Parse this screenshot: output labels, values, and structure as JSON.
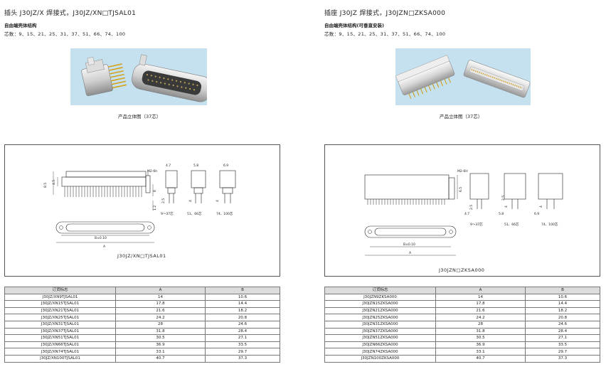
{
  "left": {
    "title": "插头 J30JZ/X 焊接式，J30JZ/XN□TJSAL01",
    "subtitle": "自由端壳体结构",
    "cores": "芯数：9、15、21、25、31、37、51、66、74、100",
    "photo_caption": "产品立体图（37芯）",
    "drawing": {
      "dims": [
        "M2-6h",
        "4.7",
        "5.8",
        "6.9",
        "8.5",
        "4.5",
        "8",
        "1.2",
        "2.5",
        "4",
        "4"
      ],
      "sub_labels": [
        "9～37芯",
        "51、66芯",
        "74、100芯"
      ],
      "bottom_dims": [
        "B±0.10",
        "A"
      ],
      "caption": "J30JZ/XN□TJSAL01"
    },
    "table": {
      "headers": [
        "订货标志",
        "A",
        "B"
      ],
      "rows": [
        [
          "J30JZ/XN9TJSAL01",
          "14",
          "10.6"
        ],
        [
          "J30JZ/XN15TJSAL01",
          "17.8",
          "14.4"
        ],
        [
          "J30JZ/XN21TJSAL01",
          "21.6",
          "18.2"
        ],
        [
          "J30JZ/XN25TJSAL01",
          "24.2",
          "20.8"
        ],
        [
          "J30JZ/XN31TJSAL01",
          "28",
          "24.6"
        ],
        [
          "J30JZ/XN37TJSAL01",
          "31.8",
          "28.4"
        ],
        [
          "J30JZ/XN51TJSAL01",
          "30.5",
          "27.1"
        ],
        [
          "J30JZ/XN66TJSAL01",
          "36.9",
          "33.5"
        ],
        [
          "J30JZ/XN74TJSAL01",
          "33.1",
          "29.7"
        ],
        [
          "J30JZ/XN100TJSAL01",
          "40.7",
          "37.3"
        ]
      ]
    }
  },
  "right": {
    "title": "插座 J30JZ 焊接式，J30JZN□ZKSA000",
    "subtitle": "自由端壳体结构(可垂直安装)",
    "cores": "芯数：9、15、21、25、31、37、51、66、74、100",
    "photo_caption": "产品立体图（37芯）",
    "drawing": {
      "dims": [
        "M2-6H",
        "6.5",
        "2.5",
        "4",
        "4",
        "2.5",
        "4.7",
        "5.8",
        "6.9"
      ],
      "sub_labels": [
        "9～37芯",
        "51、66芯",
        "74、100芯"
      ],
      "bottom_dims": [
        "B±0.10",
        "A"
      ],
      "caption": "J30JZN□ZKSA000"
    },
    "table": {
      "headers": [
        "订货标志",
        "A",
        "B"
      ],
      "rows": [
        [
          "J30JZN9ZKSA000",
          "14",
          "10.6"
        ],
        [
          "J30JZN15ZKSA000",
          "17.8",
          "14.4"
        ],
        [
          "J30JZN21ZKSA000",
          "21.6",
          "18.2"
        ],
        [
          "J30JZN25ZKSA000",
          "24.2",
          "20.8"
        ],
        [
          "J30JZN31ZKSA000",
          "28",
          "24.6"
        ],
        [
          "J30JZN37ZKSA000",
          "31.8",
          "28.4"
        ],
        [
          "J30JZN51ZKSA000",
          "30.5",
          "27.1"
        ],
        [
          "J30JZN66ZKSA000",
          "36.9",
          "33.5"
        ],
        [
          "J30JZN74ZKSA000",
          "33.1",
          "29.7"
        ],
        [
          "J30JZN100ZKSA000",
          "40.7",
          "37.3"
        ]
      ]
    }
  }
}
